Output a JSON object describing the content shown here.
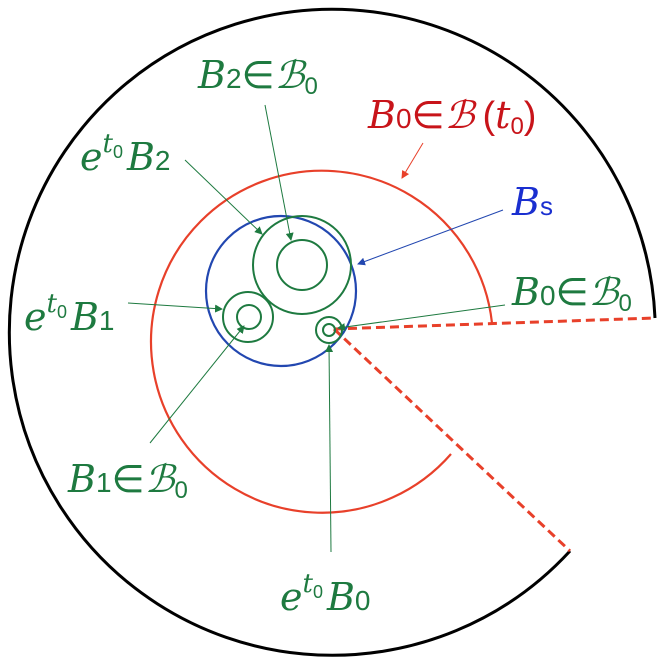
{
  "colors": {
    "outer": "#000000",
    "red": "#e8402a",
    "blue": "#2247b0",
    "green": "#1e7a40",
    "label_red": "#c8141a",
    "label_blue": "#1a2fd0"
  },
  "labels": {
    "b2_in_b0": {
      "a": "B",
      "a_sub": "2",
      "rel": "∈",
      "c": "ℬ",
      "c_sub": "0"
    },
    "b0_in_bt0": {
      "a": "B",
      "a_sub": "0",
      "rel": "∈",
      "c": "ℬ",
      "paren_open": "(",
      "t": "t",
      "t_sub": "0",
      "paren_close": ")"
    },
    "et0_b2": {
      "e": "e",
      "sup": "t",
      "sup_sub": "0",
      "b": "B",
      "b_sub": "2"
    },
    "bs": {
      "b": "B",
      "b_sub": "s"
    },
    "et0_b1": {
      "e": "e",
      "sup": "t",
      "sup_sub": "0",
      "b": "B",
      "b_sub": "1"
    },
    "b0_in_b0": {
      "a": "B",
      "a_sub": "0",
      "rel": "∈",
      "c": "ℬ",
      "c_sub": "0"
    },
    "b1_in_b0": {
      "a": "B",
      "a_sub": "1",
      "rel": "∈",
      "c": "ℬ",
      "c_sub": "0"
    },
    "et0_b0": {
      "e": "e",
      "sup": "t",
      "sup_sub": "0",
      "b": "B",
      "b_sub": "0"
    }
  }
}
